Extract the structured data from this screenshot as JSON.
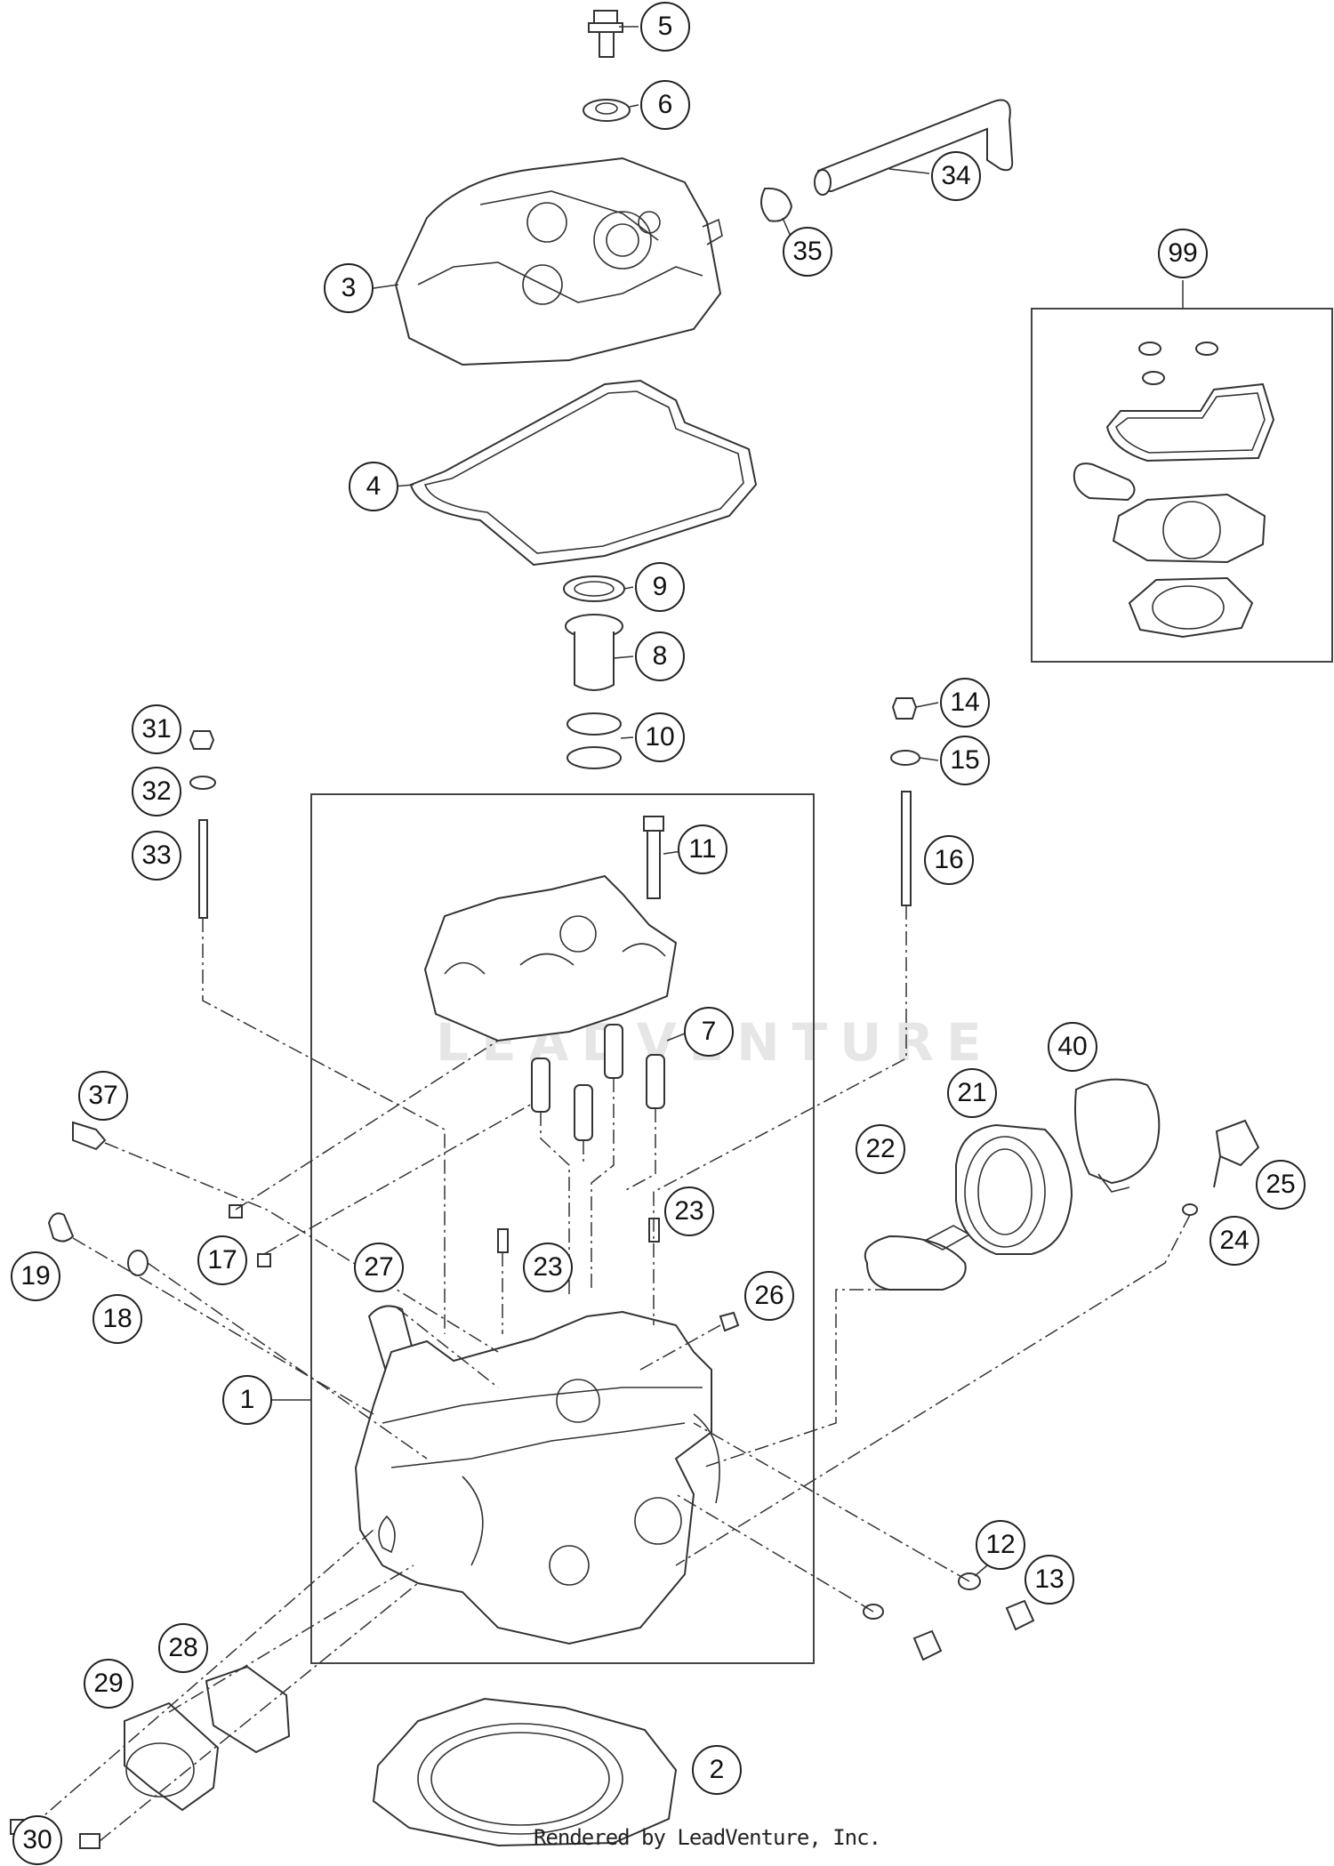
{
  "footer": {
    "text": "Rendered by LeadVenture, Inc."
  },
  "watermark": {
    "text": "LEADVENTURE"
  },
  "callouts": [
    {
      "id": "5"
    },
    {
      "id": "6"
    },
    {
      "id": "34"
    },
    {
      "id": "35"
    },
    {
      "id": "3"
    },
    {
      "id": "99"
    },
    {
      "id": "4"
    },
    {
      "id": "9"
    },
    {
      "id": "8"
    },
    {
      "id": "10"
    },
    {
      "id": "31"
    },
    {
      "id": "32"
    },
    {
      "id": "33"
    },
    {
      "id": "14"
    },
    {
      "id": "15"
    },
    {
      "id": "16"
    },
    {
      "id": "11"
    },
    {
      "id": "7"
    },
    {
      "id": "37"
    },
    {
      "id": "40"
    },
    {
      "id": "21"
    },
    {
      "id": "22"
    },
    {
      "id": "25"
    },
    {
      "id": "23a",
      "label": "23"
    },
    {
      "id": "23b",
      "label": "23"
    },
    {
      "id": "24"
    },
    {
      "id": "17"
    },
    {
      "id": "19"
    },
    {
      "id": "18"
    },
    {
      "id": "27"
    },
    {
      "id": "26"
    },
    {
      "id": "1"
    },
    {
      "id": "12"
    },
    {
      "id": "13"
    },
    {
      "id": "28"
    },
    {
      "id": "29"
    },
    {
      "id": "2"
    },
    {
      "id": "30"
    }
  ]
}
